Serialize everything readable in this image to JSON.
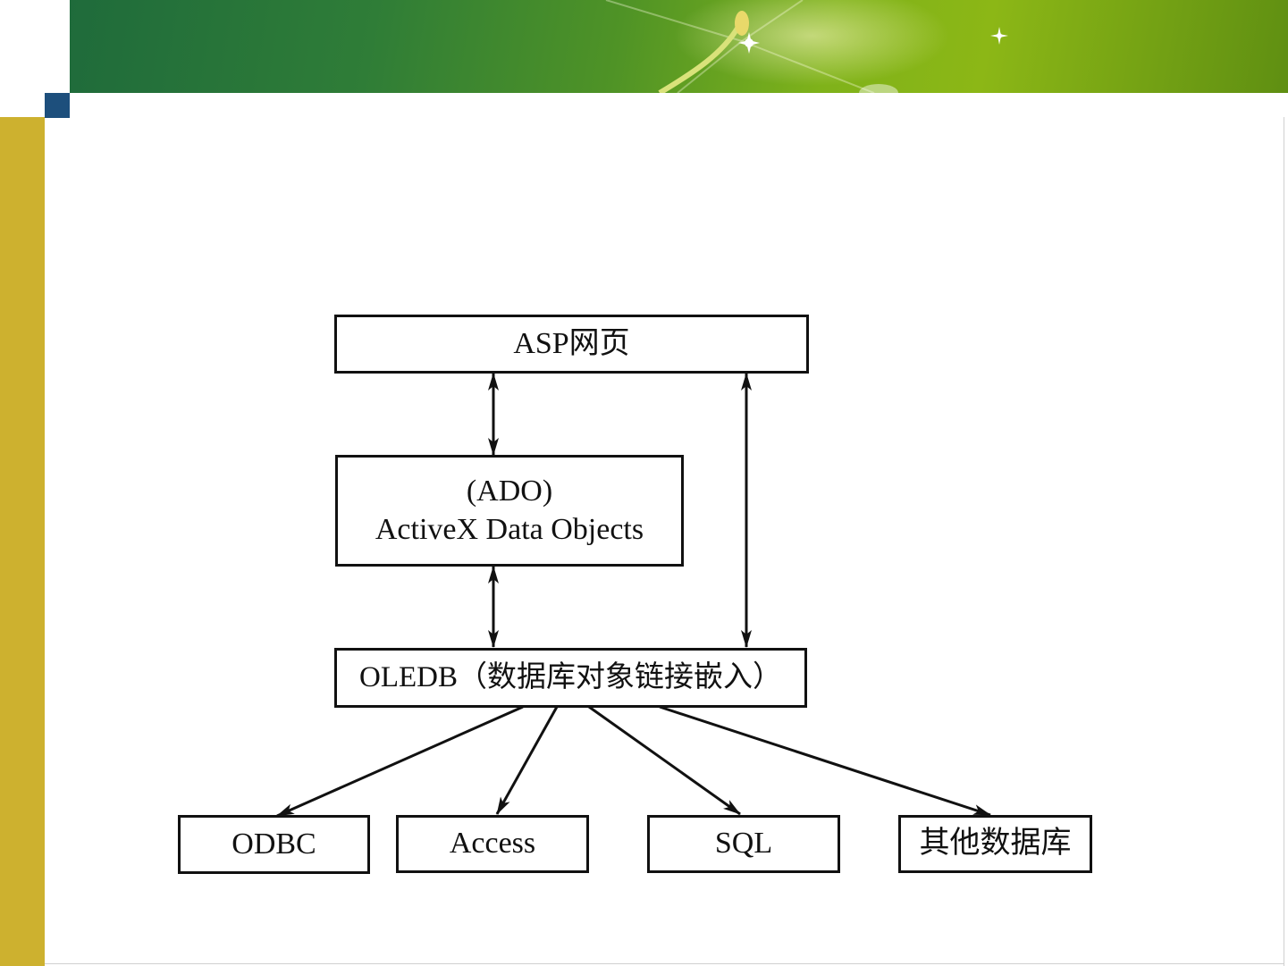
{
  "diagram": {
    "asp_box": {
      "label": "ASP网页"
    },
    "ado_box": {
      "line1": "(ADO)",
      "line2": "ActiveX Data Objects"
    },
    "oledb_box": {
      "label": "OLEDB（数据库对象链接嵌入）"
    },
    "targets": [
      {
        "label": "ODBC"
      },
      {
        "label": "Access"
      },
      {
        "label": "SQL"
      },
      {
        "label": "其他数据库"
      }
    ]
  },
  "colors": {
    "gold_bar": "#cdb12f",
    "accent_square": "#1d4f7c",
    "banner_green": "#4f9326",
    "line": "#111111"
  }
}
